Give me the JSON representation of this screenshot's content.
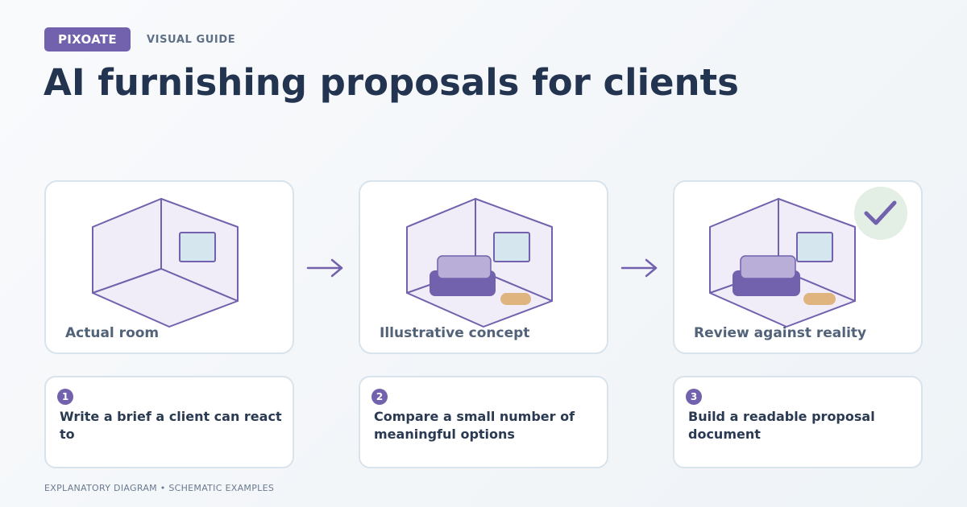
{
  "header": {
    "brand": "PIXOATE",
    "eyebrow": "VISUAL GUIDE",
    "title": "AI furnishing proposals for clients"
  },
  "cards": [
    {
      "label": "Actual room",
      "furnished": false,
      "reviewed": false
    },
    {
      "label": "Illustrative concept",
      "furnished": true,
      "reviewed": false
    },
    {
      "label": "Review against reality",
      "furnished": true,
      "reviewed": true
    }
  ],
  "steps": [
    {
      "number": "1",
      "text": "Write a brief a client can react to"
    },
    {
      "number": "2",
      "text": "Compare a small number of meaningful options"
    },
    {
      "number": "3",
      "text": "Build a readable proposal document"
    }
  ],
  "footer": "EXPLANATORY DIAGRAM • SCHEMATIC EXAMPLES",
  "colors": {
    "accent": "#7261ad",
    "title": "#22344f",
    "room_fill": "#f0ecf8",
    "window": "#d5e6ee",
    "sofa_seat": "#7261ad",
    "sofa_back": "#b9aed7",
    "rug": "#e0b47e",
    "check_bg": "#e3eee5"
  },
  "icons": [
    "arrow-right-icon",
    "checkmark-icon"
  ]
}
